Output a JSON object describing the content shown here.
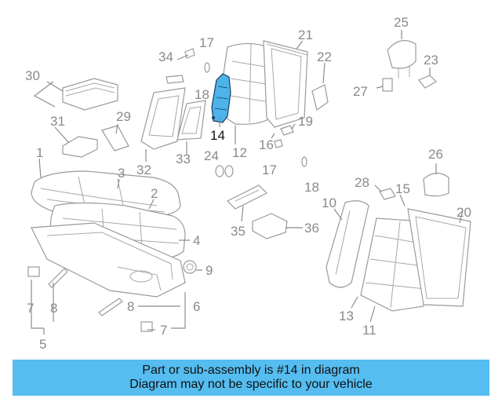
{
  "diagram": {
    "highlight_color": "#4db3ea",
    "highlighted_part": "14",
    "labels": {
      "n1": "1",
      "n2": "2",
      "n3": "3",
      "n4": "4",
      "n5": "5",
      "n6": "6",
      "n7a": "7",
      "n7b": "7",
      "n8a": "8",
      "n8b": "8",
      "n9": "9",
      "n10": "10",
      "n11": "11",
      "n12": "12",
      "n13": "13",
      "n14": "14",
      "n15": "15",
      "n16": "16",
      "n17a": "17",
      "n17b": "17",
      "n18a": "18",
      "n18b": "18",
      "n19": "19",
      "n20": "20",
      "n21": "21",
      "n22": "22",
      "n23": "23",
      "n24": "24",
      "n25": "25",
      "n26": "26",
      "n27": "27",
      "n28": "28",
      "n29": "29",
      "n30": "30",
      "n31": "31",
      "n32": "32",
      "n33": "33",
      "n34": "34",
      "n35": "35",
      "n36": "36"
    }
  },
  "banner": {
    "line1": "Part or sub-assembly is #14 in diagram",
    "line2": "Diagram may not be specific to your vehicle",
    "background": "#55bdf0"
  }
}
